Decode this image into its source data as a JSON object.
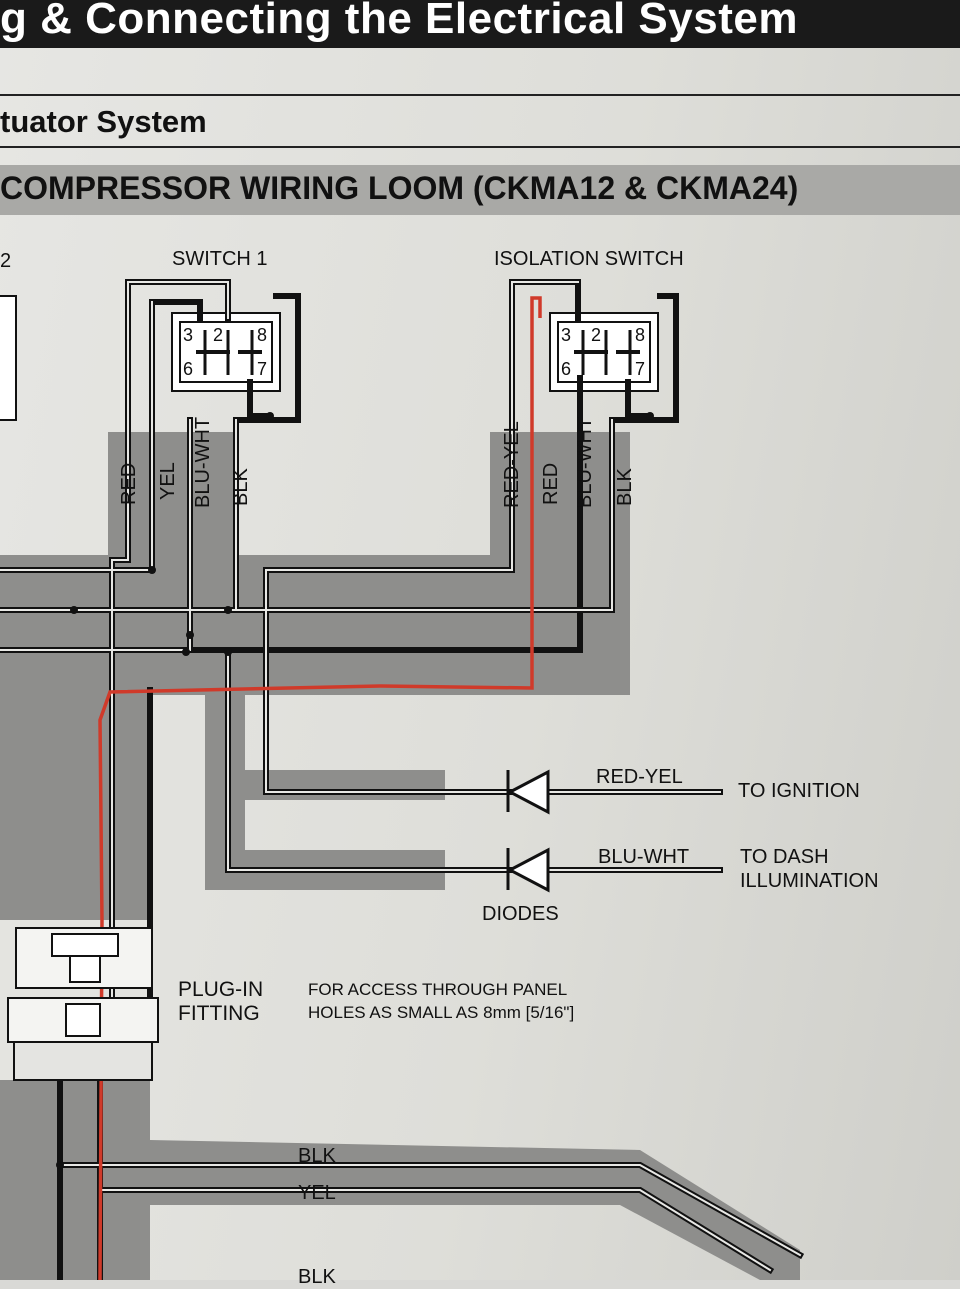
{
  "header": {
    "title": "g & Connecting the Electrical System",
    "subtitle": "tuator System",
    "section_title": "COMPRESSOR WIRING LOOM (CKMA12 & CKMA24)"
  },
  "diagram": {
    "left_edge_label": "2",
    "switch1": {
      "label": "SWITCH 1",
      "pins": [
        "3",
        "2",
        "8",
        "6",
        "7"
      ]
    },
    "isolation_switch": {
      "label": "ISOLATION SWITCH",
      "pins": [
        "3",
        "2",
        "8",
        "6",
        "7"
      ]
    },
    "switch1_wires": [
      "RED",
      "YEL",
      "BLU-WHT",
      "BLK"
    ],
    "isolation_wires": [
      "RED-YEL",
      "RED",
      "BLU-WHT",
      "BLK"
    ],
    "diode1": {
      "wire": "RED-YEL",
      "to": "TO IGNITION"
    },
    "diode2": {
      "wire": "BLU-WHT",
      "to_line1": "TO DASH",
      "to_line2": "ILLUMINATION"
    },
    "diodes_label": "DIODES",
    "plug_label_line1": "PLUG-IN",
    "plug_label_line2": "FITTING",
    "access_note_line1": "FOR ACCESS THROUGH PANEL",
    "access_note_line2": "HOLES AS SMALL AS 8mm [5/16\"]",
    "bottom_wires": [
      "BLK",
      "YEL",
      "BLK"
    ]
  },
  "colors": {
    "highlight_wire": "#d03a2a",
    "loom_gray": "#8e8e8c",
    "ink": "#111111"
  }
}
